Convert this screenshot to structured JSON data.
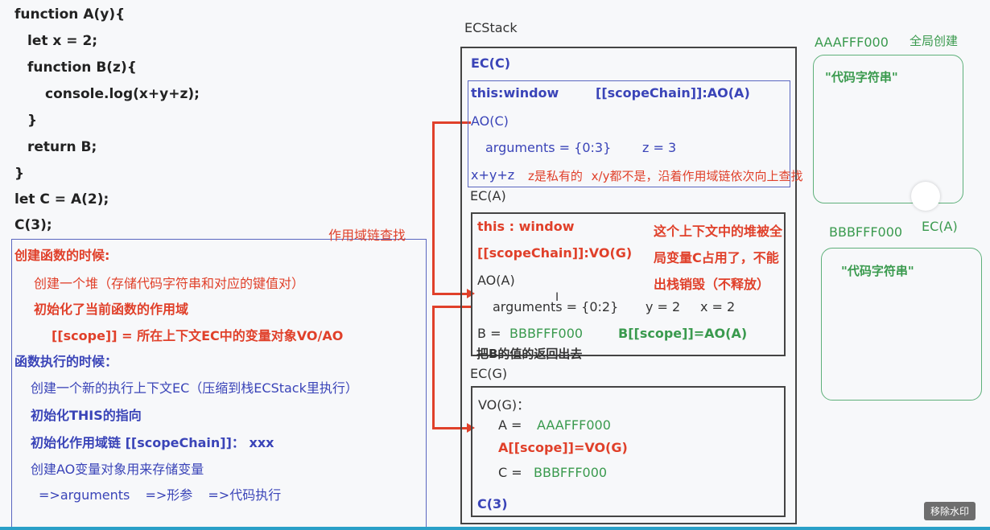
{
  "code": {
    "lines": [
      "function A(y){",
      "let x = 2;",
      "function B(z){",
      "console.log(x+y+z);",
      "}",
      "return B;",
      "}",
      "let C = A(2);",
      "C(3);"
    ]
  },
  "notes": {
    "create_title": "创建函数的时候:",
    "create_1": "创建一个堆（存储代码字符串和对应的键值对）",
    "create_2": "初始化了当前函数的作用域",
    "create_3": "[[scope]] = 所在上下文EC中的变量对象VO/AO",
    "exec_title": "函数执行的时候：",
    "exec_1": "创建一个新的执行上下文EC（压缩到栈ECStack里执行）",
    "exec_2": "初始化THIS的指向",
    "exec_3": "初始化作用域链 [[scopeChain]]： xxx",
    "exec_4": "创建AO变量对象用来存储变量",
    "exec_5": "=>arguments =>形参 =>代码执行"
  },
  "scope_chain_lookup_label": "作用域链查找",
  "ecstack": {
    "title": "ECStack",
    "ecc": {
      "label": "EC(C)",
      "this": "this:window",
      "scope_chain": "[[scopeChain]]:AO(A)",
      "ao": "AO(C)",
      "arguments": "arguments = {0:3}",
      "z": "z = 3",
      "expr": "x+y+z",
      "note": "z是私有的 x/y都不是，沿着作用域链依次向上查找"
    },
    "eca": {
      "label": "EC(A)",
      "this": "this : window",
      "scope_chain": "[[scopeChain]]:VO(G)",
      "ao": "AO(A)",
      "arguments": "arguments = {0:2}",
      "y": "y = 2",
      "x": "x = 2",
      "b_label": "B =",
      "b_value": "BBBFFF000",
      "b_scope": "B[[scope]]=AO(A)",
      "return_note": "把B的值的返回出去",
      "heap_note_1": "这个上下文中的堆被全",
      "heap_note_2": "局变量C占用了，不能",
      "heap_note_3": "出栈销毁（不释放）"
    },
    "ecg": {
      "label": "EC(G)",
      "vo": "VO(G)：",
      "a_label": "A =",
      "a_value": "AAAFFF000",
      "a_scope": "A[[scope]]=VO(G)",
      "c_label": "C =",
      "c_value": "BBBFFF000",
      "call": "C(3)"
    }
  },
  "heap": {
    "a_addr": "AAAFFF000",
    "a_note": "全局创建",
    "a_content": "\"代码字符串\"",
    "b_addr": "BBBFFF000",
    "b_note": "EC(A)",
    "b_content": "\"代码字符串\""
  },
  "watermark_button": "移除水印",
  "colors": {
    "blue": "#3a44b8",
    "red": "#e0402a",
    "green": "#3a9a4e"
  }
}
